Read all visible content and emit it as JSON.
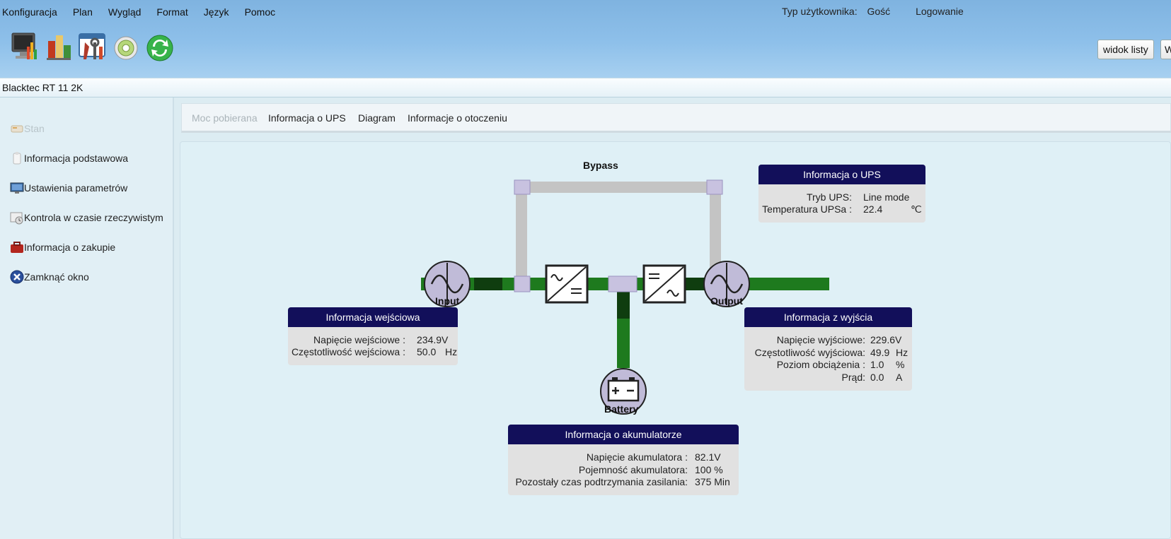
{
  "menu": [
    "Konfiguracja",
    "Plan",
    "Wygląd",
    "Format",
    "Język",
    "Pomoc"
  ],
  "user": {
    "type_label": "Typ użytkownika:",
    "type_value": "Gość",
    "login": "Logowanie"
  },
  "toolbar": {
    "icons": [
      "monitor-icon",
      "chart-icon",
      "settings-tools-icon",
      "gear-disc-icon",
      "refresh-icon"
    ]
  },
  "view_buttons": {
    "list_view": "widok listy",
    "other": "W"
  },
  "device": "Blacktec RT 11 2K",
  "sidebar": {
    "items": [
      {
        "label": "Stan",
        "icon": "status-icon",
        "disabled": true
      },
      {
        "label": "Informacja podstawowa",
        "icon": "info-basic-icon"
      },
      {
        "label": "Ustawienia parametrów",
        "icon": "monitor-settings-icon"
      },
      {
        "label": "Kontrola w czasie rzeczywistym",
        "icon": "realtime-control-icon"
      },
      {
        "label": "Informacja o zakupie",
        "icon": "purchase-icon"
      },
      {
        "label": "Zamknąć okno",
        "icon": "close-window-icon"
      }
    ]
  },
  "tabs": [
    {
      "label": "Moc pobierana",
      "disabled": true
    },
    {
      "label": "Informacja o UPS"
    },
    {
      "label": "Diagram"
    },
    {
      "label": "Informacje o otoczeniu"
    }
  ],
  "diagram": {
    "bypass": "Bypass",
    "input": "Input",
    "output": "Output",
    "battery": "Battery",
    "colors": {
      "line_green": "#1e7a1e",
      "bypass_gray": "#c4c4c4",
      "node_purple": "#c0bbd8",
      "header_navy": "#120f5a"
    }
  },
  "ups_info": {
    "title": "Informacja o UPS",
    "rows": [
      {
        "label": "Tryb UPS:",
        "value": "Line mode",
        "unit": ""
      },
      {
        "label": "Temperatura UPSa :",
        "value": "22.4",
        "unit": "℃"
      }
    ]
  },
  "input_info": {
    "title": "Informacja wejściowa",
    "rows": [
      {
        "label": "Napięcie wejściowe :",
        "value": "234.9V",
        "unit": ""
      },
      {
        "label": "Częstotliwość wejściowa :",
        "value": "50.0",
        "unit": "Hz"
      }
    ]
  },
  "output_info": {
    "title": "Informacja z wyjścia",
    "rows": [
      {
        "label": "Napięcie wyjściowe:",
        "value": "229.6V",
        "unit": ""
      },
      {
        "label": "Częstotliwość wyjściowa:",
        "value": "49.9",
        "unit": "Hz"
      },
      {
        "label": "Poziom obciążenia :",
        "value": "1.0",
        "unit": "%"
      },
      {
        "label": "Prąd:",
        "value": "0.0",
        "unit": "A"
      }
    ]
  },
  "battery_info": {
    "title": "Informacja o akumulatorze",
    "rows": [
      {
        "label": "Napięcie akumulatora :",
        "value": "82.1V",
        "unit": ""
      },
      {
        "label": "Pojemność akumulatora:",
        "value": "100 %",
        "unit": ""
      },
      {
        "label": "Pozostały czas podtrzymania zasilania:",
        "value": "375 Min",
        "unit": ""
      }
    ]
  }
}
